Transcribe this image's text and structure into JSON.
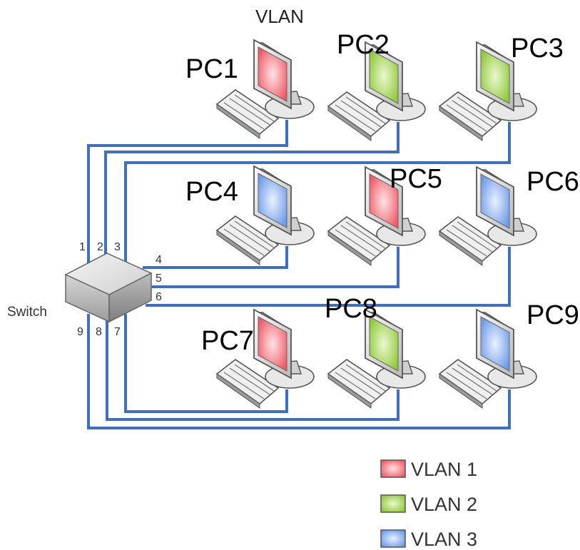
{
  "title": "VLAN",
  "switch_label": "Switch",
  "ports": [
    "1",
    "2",
    "3",
    "4",
    "5",
    "6",
    "7",
    "8",
    "9"
  ],
  "colors": {
    "cable": "#3f6fbf",
    "vlan1": "#ef5a66",
    "vlan2": "#8fc93a",
    "vlan3": "#6d9be8"
  },
  "pcs": [
    {
      "label": "PC1",
      "vlan": "vlan1"
    },
    {
      "label": "PC2",
      "vlan": "vlan2"
    },
    {
      "label": "PC3",
      "vlan": "vlan2"
    },
    {
      "label": "PC4",
      "vlan": "vlan3"
    },
    {
      "label": "PC5",
      "vlan": "vlan1"
    },
    {
      "label": "PC6",
      "vlan": "vlan3"
    },
    {
      "label": "PC7",
      "vlan": "vlan1"
    },
    {
      "label": "PC8",
      "vlan": "vlan2"
    },
    {
      "label": "PC9",
      "vlan": "vlan3"
    }
  ],
  "legend": [
    {
      "label": "VLAN 1",
      "vlan": "vlan1"
    },
    {
      "label": "VLAN 2",
      "vlan": "vlan2"
    },
    {
      "label": "VLAN 3",
      "vlan": "vlan3"
    }
  ]
}
